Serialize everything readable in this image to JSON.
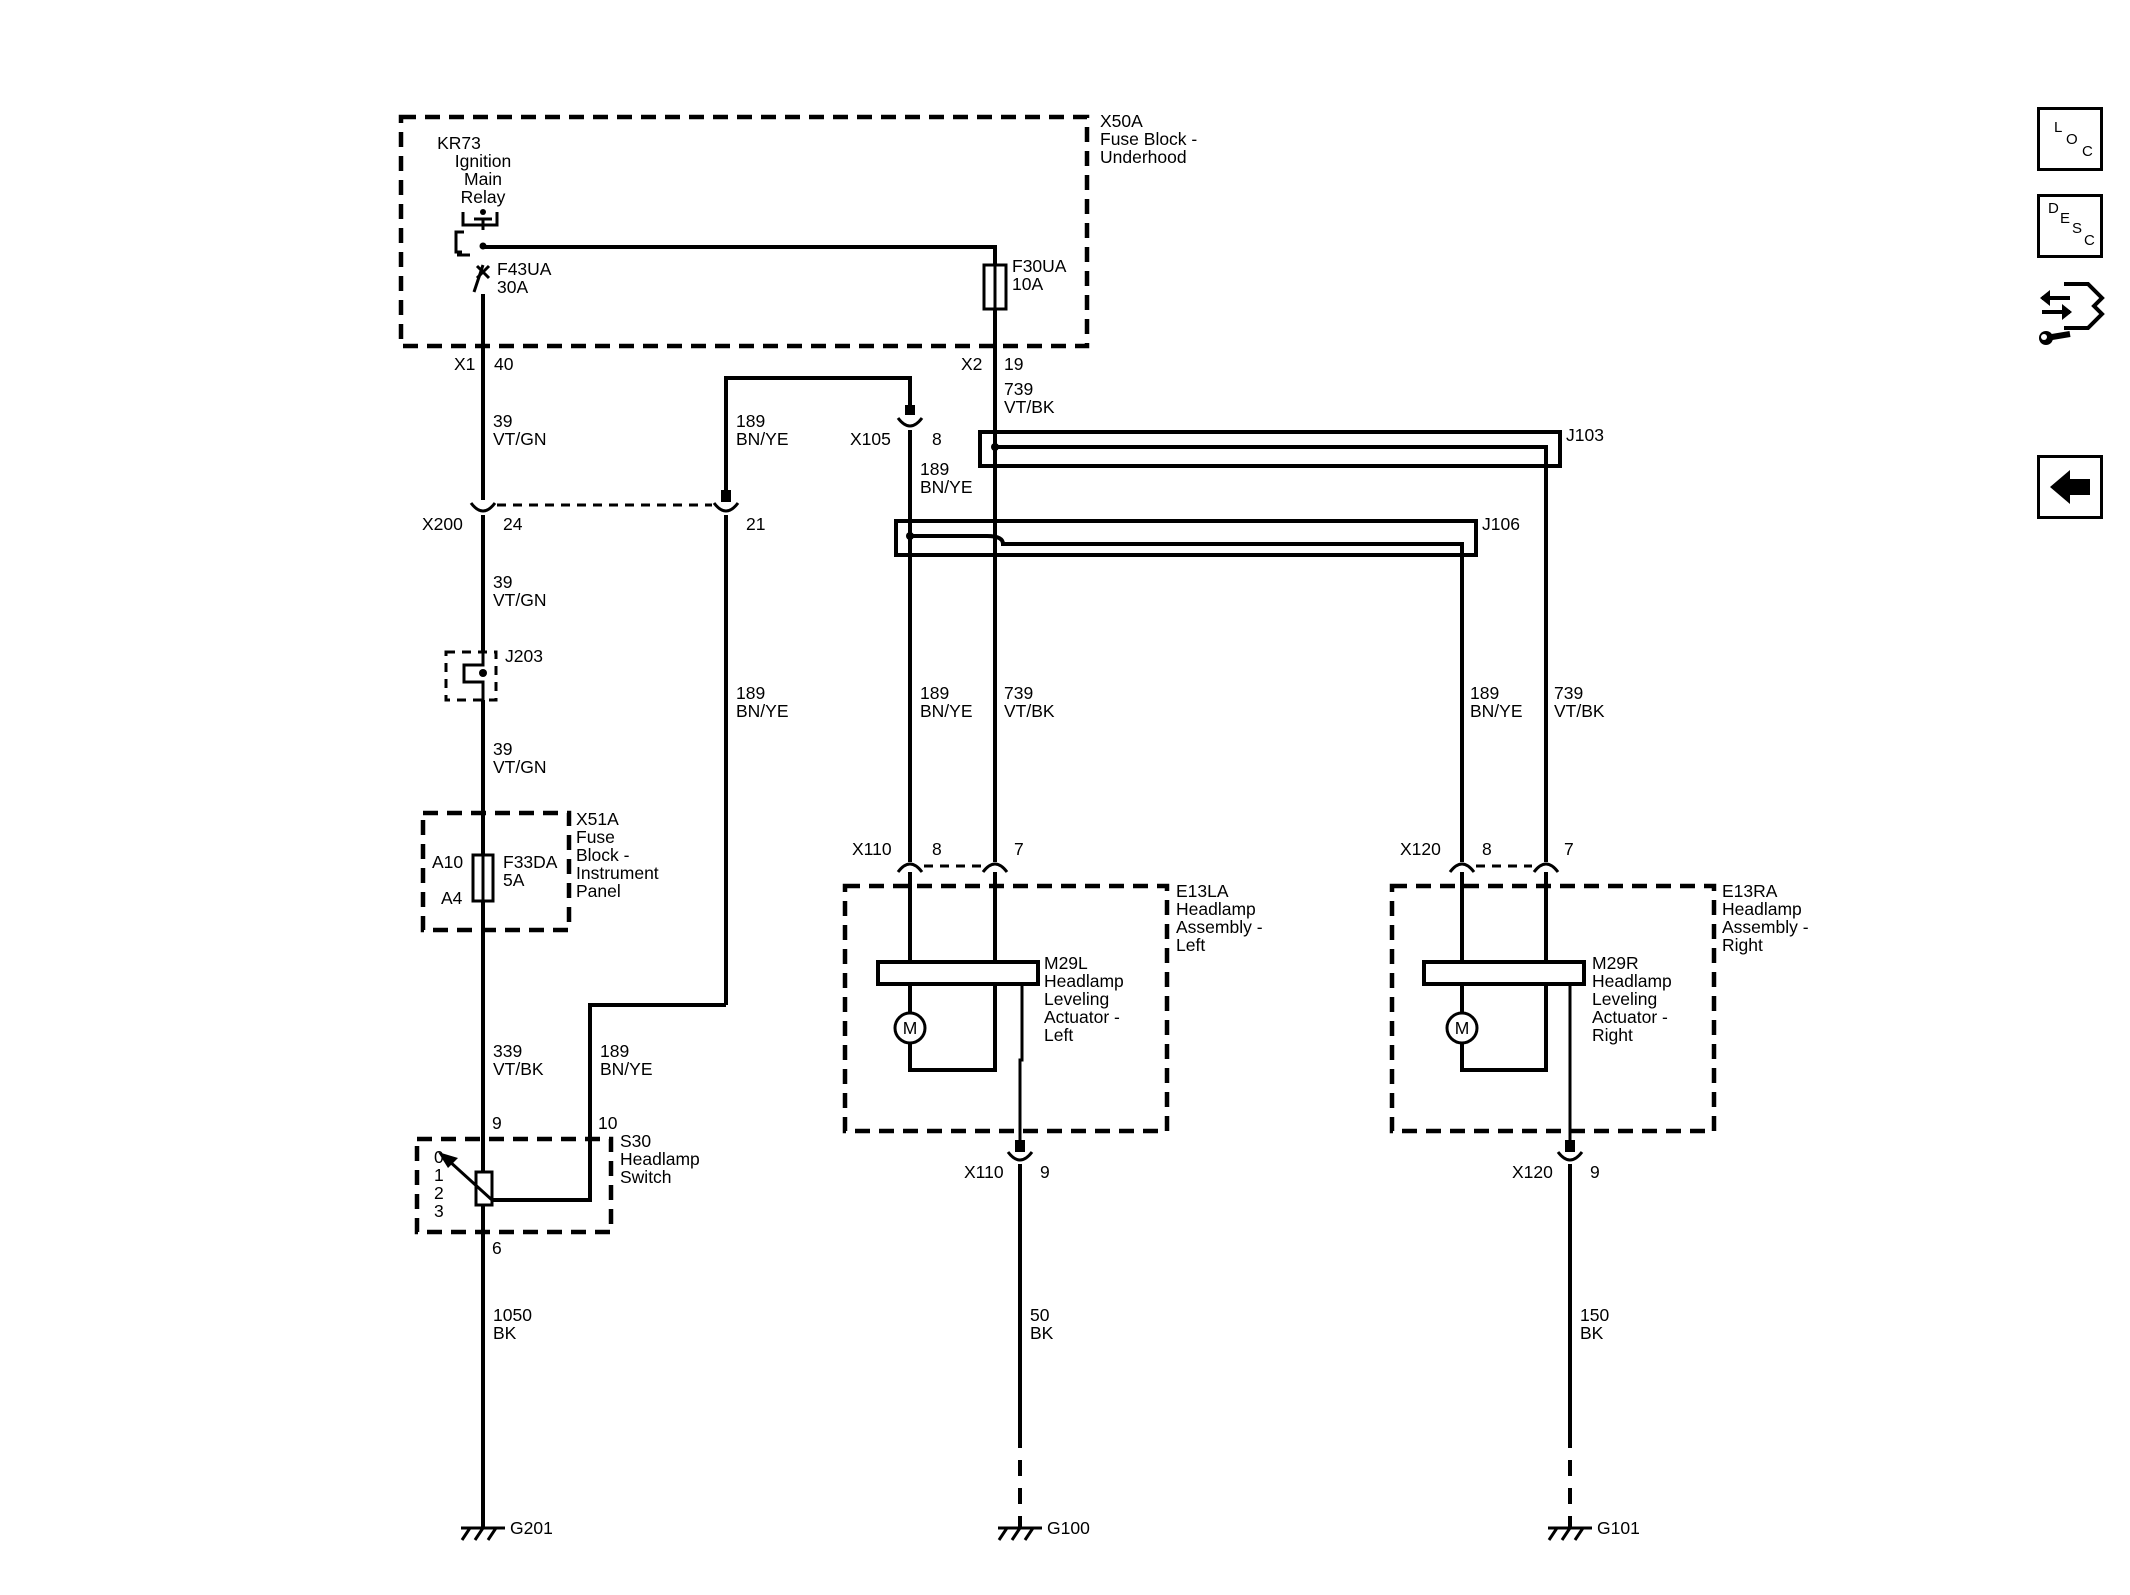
{
  "diagram": {
    "fuse_block_underhood": {
      "id": "X50A",
      "name_line1": "Fuse Block -",
      "name_line2": "Underhood"
    },
    "ignition_relay": {
      "id": "KR73",
      "name_line1": "Ignition",
      "name_line2": "Main",
      "name_line3": "Relay"
    },
    "fuse_f43ua": {
      "id": "F43UA",
      "rating": "30A"
    },
    "fuse_f30ua": {
      "id": "F30UA",
      "rating": "10A"
    },
    "conn_x1": {
      "id": "X1",
      "pin": "40"
    },
    "conn_x2": {
      "id": "X2",
      "pin": "19"
    },
    "conn_x105": {
      "id": "X105",
      "pin": "8"
    },
    "conn_x200": {
      "id": "X200",
      "pin_a": "24",
      "pin_b": "21"
    },
    "splice_j103": "J103",
    "splice_j106": "J106",
    "splice_j203": "J203",
    "fuse_block_ip": {
      "id": "X51A",
      "name_line1": "Fuse",
      "name_line2": "Block -",
      "name_line3": "Instrument",
      "name_line4": "Panel",
      "pin_in": "A10",
      "pin_out": "A4"
    },
    "fuse_f33da": {
      "id": "F33DA",
      "rating": "5A"
    },
    "headlamp_switch": {
      "id": "S30",
      "name_line1": "Headlamp",
      "name_line2": "Switch",
      "pin_in": "9",
      "pin_signal": "10",
      "pin_ground": "6",
      "positions": [
        "0",
        "1",
        "2",
        "3"
      ]
    },
    "headlamp_left": {
      "id": "E13LA",
      "name_line1": "Headlamp",
      "name_line2": "Assembly -",
      "name_line3": "Left"
    },
    "headlamp_right": {
      "id": "E13RA",
      "name_line1": "Headlamp",
      "name_line2": "Assembly -",
      "name_line3": "Right"
    },
    "actuator_left": {
      "id": "M29L",
      "name_line1": "Headlamp",
      "name_line2": "Leveling",
      "name_line3": "Actuator -",
      "name_line4": "Left",
      "motor": "M"
    },
    "actuator_right": {
      "id": "M29R",
      "name_line1": "Headlamp",
      "name_line2": "Leveling",
      "name_line3": "Actuator -",
      "name_line4": "Right",
      "motor": "M"
    },
    "conn_x110": {
      "id": "X110",
      "pin_a": "8",
      "pin_b": "7",
      "pin_ground": "9"
    },
    "conn_x120": {
      "id": "X120",
      "pin_a": "8",
      "pin_b": "7",
      "pin_ground": "9"
    },
    "wires": {
      "w39": {
        "circuit": "39",
        "color": "VT/GN"
      },
      "w189": {
        "circuit": "189",
        "color": "BN/YE"
      },
      "w739": {
        "circuit": "739",
        "color": "VT/BK"
      },
      "w339": {
        "circuit": "339",
        "color": "VT/BK"
      },
      "w1050": {
        "circuit": "1050",
        "color": "BK"
      },
      "w50": {
        "circuit": "50",
        "color": "BK"
      },
      "w150": {
        "circuit": "150",
        "color": "BK"
      }
    },
    "grounds": {
      "g201": "G201",
      "g100": "G100",
      "g101": "G101"
    }
  },
  "nav": {
    "loc": {
      "l1": "L",
      "l2": "O",
      "l3": "C"
    },
    "desc": {
      "l1": "D",
      "l2": "E",
      "l3": "S",
      "l4": "C"
    }
  }
}
